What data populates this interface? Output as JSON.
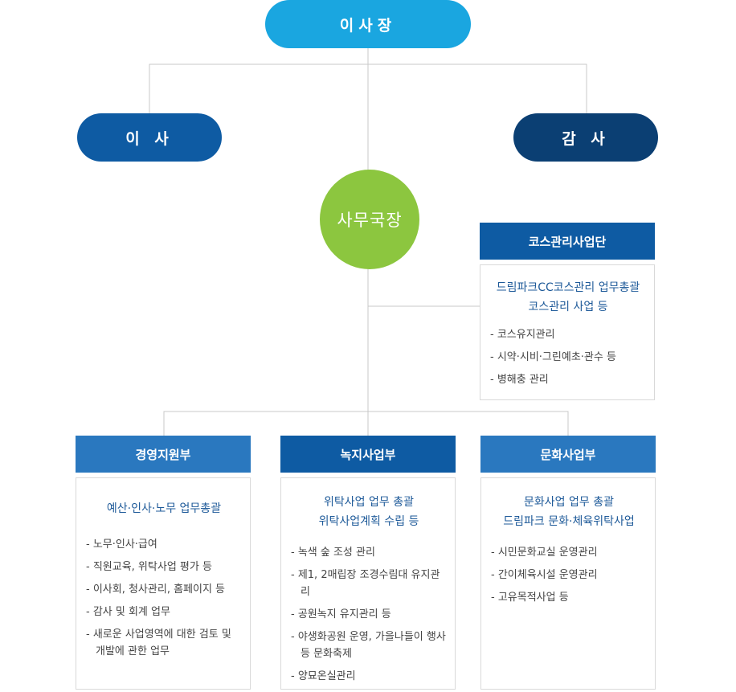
{
  "chairman": "이사장",
  "director": "이 사",
  "auditor": "감 사",
  "secretary_general": "사무국장",
  "course_division": {
    "title": "코스관리사업단",
    "summary": [
      "드림파크CC코스관리 업무총괄",
      "코스관리 사업 등"
    ],
    "tasks": [
      "코스유지관리",
      "시약·시비·그린예초·관수 등",
      "병해충 관리"
    ]
  },
  "departments": [
    {
      "title": "경영지원부",
      "summary": [
        "예산·인사·노무 업무총괄"
      ],
      "tasks": [
        "노무·인사·급여",
        "직원교육, 위탁사업 평가 등",
        "이사회, 청사관리, 홈페이지 등",
        "감사 및 회계 업무",
        "새로운 사업영역에 대한 검토 및 개발에 관한 업무"
      ]
    },
    {
      "title": "녹지사업부",
      "summary": [
        "위탁사업 업무 총괄",
        "위탁사업계획 수립 등"
      ],
      "tasks": [
        "녹색 숲 조성 관리",
        "제1, 2매립장 조경수림대 유지관리",
        "공원녹지 유지관리 등",
        "야생화공원 운영, 가을나들이 행사 등 문화축제",
        "양묘온실관리"
      ]
    },
    {
      "title": "문화사업부",
      "summary": [
        "문화사업 업무 총괄",
        "드림파크 문화·체육위탁사업"
      ],
      "tasks": [
        "시민문화교실 운영관리",
        "간이체육시설 운영관리",
        "고유목적사업 등"
      ]
    }
  ],
  "colors": {
    "chairman": "#1aa6e0",
    "director": "#0e5ba3",
    "auditor": "#0b3f73",
    "secretary": "#8cc63f",
    "dept_light": "#2a78bf",
    "dept_dark": "#0e5ba3"
  }
}
